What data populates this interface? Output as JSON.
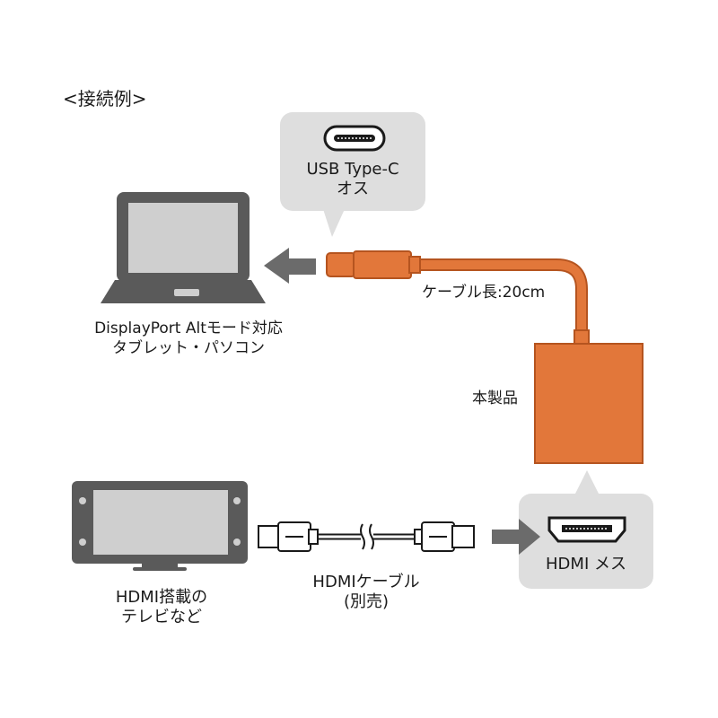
{
  "heading": "<接続例>",
  "usb_connector": {
    "line1": "USB Type-C",
    "line2": "オス"
  },
  "laptop_caption": {
    "line1": "DisplayPort Altモード対応",
    "line2": "タブレット・パソコン"
  },
  "cable_length": "ケーブル長:20cm",
  "product_label": "本製品",
  "tv_caption": {
    "line1": "HDMI搭載の",
    "line2": "テレビなど"
  },
  "hdmi_cable_caption": {
    "line1": "HDMIケーブル",
    "line2": "(別売)"
  },
  "hdmi_port_label": "HDMI メス",
  "colors": {
    "accent_orange": "#e2773a",
    "orange_outline": "#b5541f",
    "device_gray": "#5a5a5a",
    "screen_gray": "#cfcfcf",
    "callout_gray": "#dedede",
    "arrow_gray": "#6b6b6b"
  },
  "icons": [
    "laptop-icon",
    "tv-icon",
    "usb-c-port-icon",
    "hdmi-port-icon",
    "hdmi-cable-icon",
    "arrow-left-icon",
    "arrow-right-icon"
  ]
}
